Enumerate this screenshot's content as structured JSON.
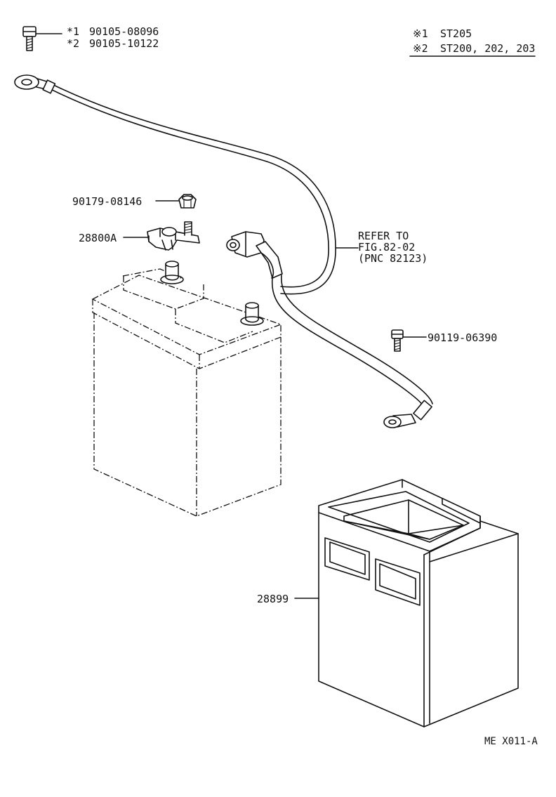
{
  "bolt_notes": {
    "mark1": "*1",
    "part1": "90105-08096",
    "mark2": "*2",
    "part2": "90105-10122"
  },
  "legend": {
    "row1_mark": "※1",
    "row1_text": "ST205",
    "row2_mark": "※2",
    "row2_text": "ST200, 202, 203"
  },
  "labels": {
    "nut": "90179-08146",
    "clamp": "28800A",
    "refer_line1": "REFER TO",
    "refer_line2": "FIG.82-02",
    "refer_line3": "(PNC 82123)",
    "bolt": "90119-06390",
    "tray": "28899"
  },
  "footer_code": "ME X011-A"
}
